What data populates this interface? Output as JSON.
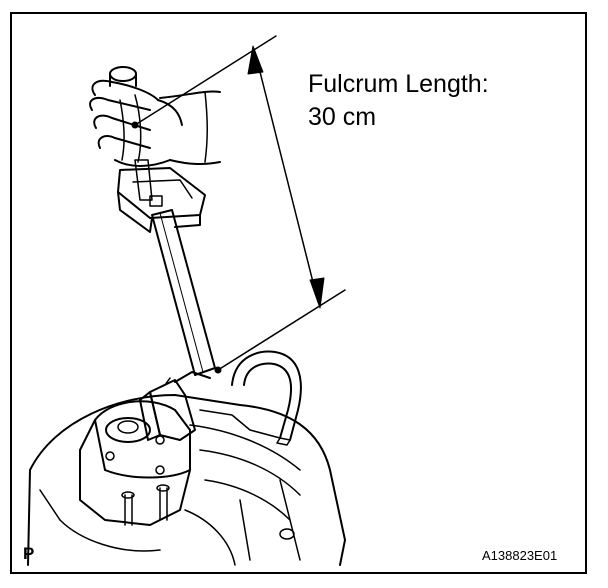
{
  "callout": {
    "title": "Fulcrum Length:",
    "value": "30 cm"
  },
  "corner_marker": "P",
  "figure_code": "A138823E01",
  "colors": {
    "line": "#000000",
    "background": "#ffffff"
  },
  "icons": [
    "hand-gripping-wrench-icon",
    "torque-wrench-icon",
    "transmission-housing-icon",
    "dimension-arrow-icon"
  ]
}
